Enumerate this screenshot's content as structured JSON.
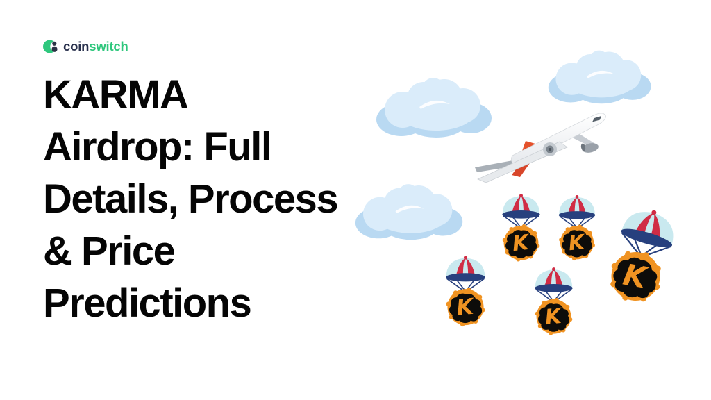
{
  "banner": {
    "background": "#ffffff"
  },
  "logo": {
    "part1": "coin",
    "part2": "switch",
    "color_part1": "#28304c",
    "color_part2": "#2fc77d"
  },
  "title": {
    "lines": [
      "KARMA",
      "Airdrop: Full",
      "Details, Process",
      "& Price",
      "Predictions"
    ],
    "color": "#050505"
  },
  "illustration": {
    "coin_letter": "K",
    "cloud_count": 3,
    "parachute_coin_count": 5,
    "colors": {
      "cloud": "#daecfa",
      "cloud_shadow": "#b9d9f2",
      "parachute_red": "#d02c45",
      "parachute_cyan": "#c9e9ef",
      "parachute_navy": "#27407e",
      "coin_orange": "#f09322",
      "coin_face_black": "#0d0c0a",
      "plane_body": "#fafbfc",
      "plane_gray": "#c7ccd2",
      "plane_tail_red": "#e4522c"
    }
  }
}
